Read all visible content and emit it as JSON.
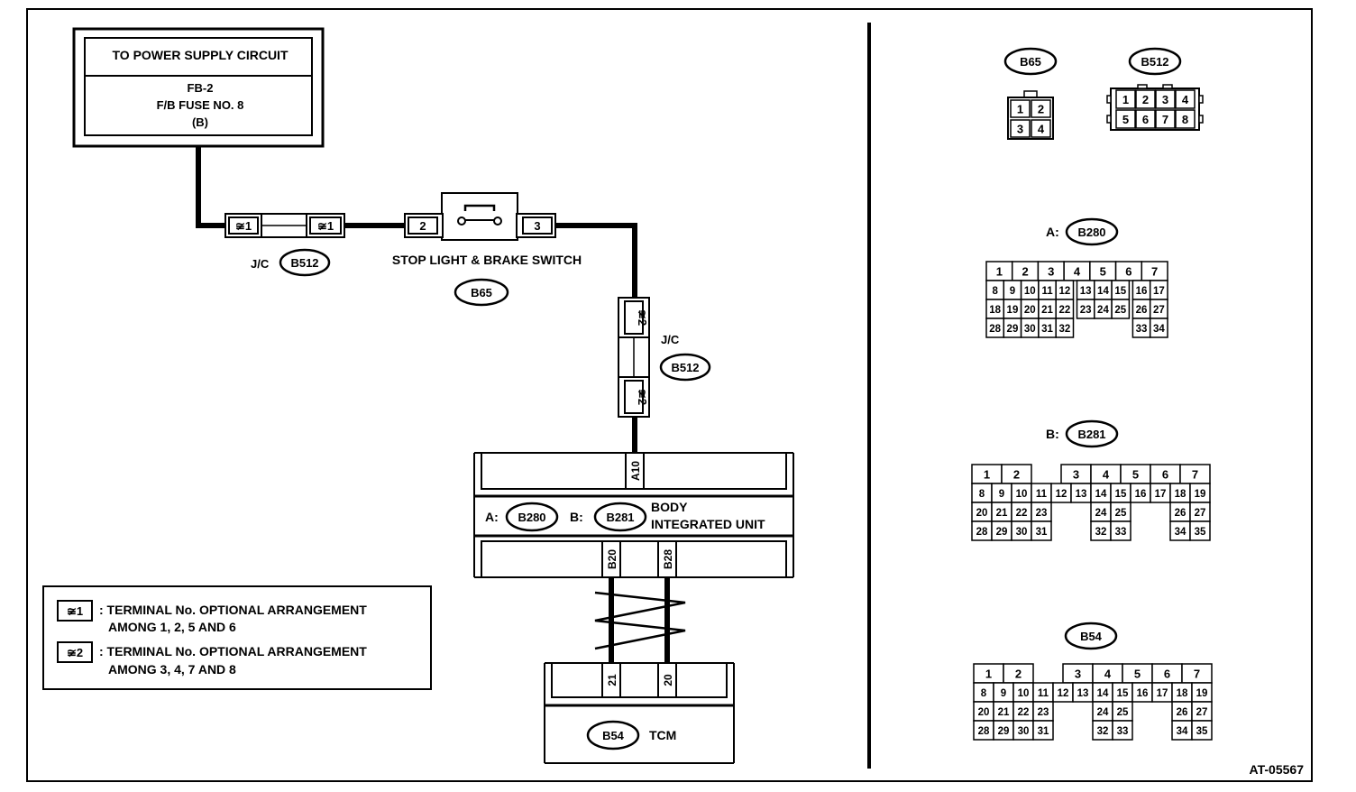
{
  "power": {
    "header": "TO POWER SUPPLY CIRCUIT",
    "line1": "FB-2",
    "line2": "F/B FUSE NO. 8",
    "line3": "(B)"
  },
  "terminals": {
    "star1": "≆1",
    "star2": "≆2",
    "t2": "2",
    "t3": "3",
    "a10": "A10",
    "b20": "B20",
    "b28": "B28",
    "t21": "21",
    "t20": "20"
  },
  "labels": {
    "jc": "J/C",
    "b512": "B512",
    "b65": "B65",
    "stop_switch": "STOP LIGHT & BRAKE SWITCH",
    "a_prefix": "A:",
    "b_prefix": "B:",
    "b280": "B280",
    "b281": "B281",
    "body1": "BODY",
    "body2": "INTEGRATED UNIT",
    "b54": "B54",
    "tcm": "TCM"
  },
  "legend": [
    {
      "mark": "≆1",
      "line1": ": TERMINAL No. OPTIONAL ARRANGEMENT",
      "line2": "AMONG 1, 2, 5 AND 6"
    },
    {
      "mark": "≆2",
      "line1": ": TERMINAL No. OPTIONAL ARRANGEMENT",
      "line2": "AMONG 3, 4, 7 AND 8"
    }
  ],
  "connectors": {
    "b65": {
      "label": "B65",
      "pins": [
        "1",
        "2",
        "3",
        "4"
      ]
    },
    "b512": {
      "label": "B512",
      "pins": [
        "1",
        "2",
        "3",
        "4",
        "5",
        "6",
        "7",
        "8"
      ]
    },
    "b280": {
      "prefix": "A:",
      "label": "B280",
      "row1": [
        "1",
        "2",
        "3",
        "4",
        "5",
        "6",
        "7"
      ],
      "row2": [
        "8",
        "9",
        "10",
        "11",
        "12",
        "13",
        "14",
        "15",
        "16",
        "17"
      ],
      "row3": [
        "18",
        "19",
        "20",
        "21",
        "22",
        "23",
        "24",
        "25",
        "26",
        "27"
      ],
      "row4": [
        "28",
        "29",
        "30",
        "31",
        "32",
        "33",
        "34"
      ]
    },
    "b281": {
      "prefix": "B:",
      "label": "B281",
      "row1": [
        "1",
        "2",
        "3",
        "4",
        "5",
        "6",
        "7"
      ],
      "row2": [
        "8",
        "9",
        "10",
        "11",
        "12",
        "13",
        "14",
        "15",
        "16",
        "17",
        "18",
        "19"
      ],
      "row3": [
        "20",
        "21",
        "22",
        "23",
        "24",
        "25",
        "26",
        "27"
      ],
      "row4": [
        "28",
        "29",
        "30",
        "31",
        "32",
        "33",
        "34",
        "35"
      ]
    },
    "b54": {
      "label": "B54",
      "row1": [
        "1",
        "2",
        "3",
        "4",
        "5",
        "6",
        "7"
      ],
      "row2": [
        "8",
        "9",
        "10",
        "11",
        "12",
        "13",
        "14",
        "15",
        "16",
        "17",
        "18",
        "19"
      ],
      "row3": [
        "20",
        "21",
        "22",
        "23",
        "24",
        "25",
        "26",
        "27"
      ],
      "row4": [
        "28",
        "29",
        "30",
        "31",
        "32",
        "33",
        "34",
        "35"
      ]
    }
  },
  "code": "AT-05567"
}
